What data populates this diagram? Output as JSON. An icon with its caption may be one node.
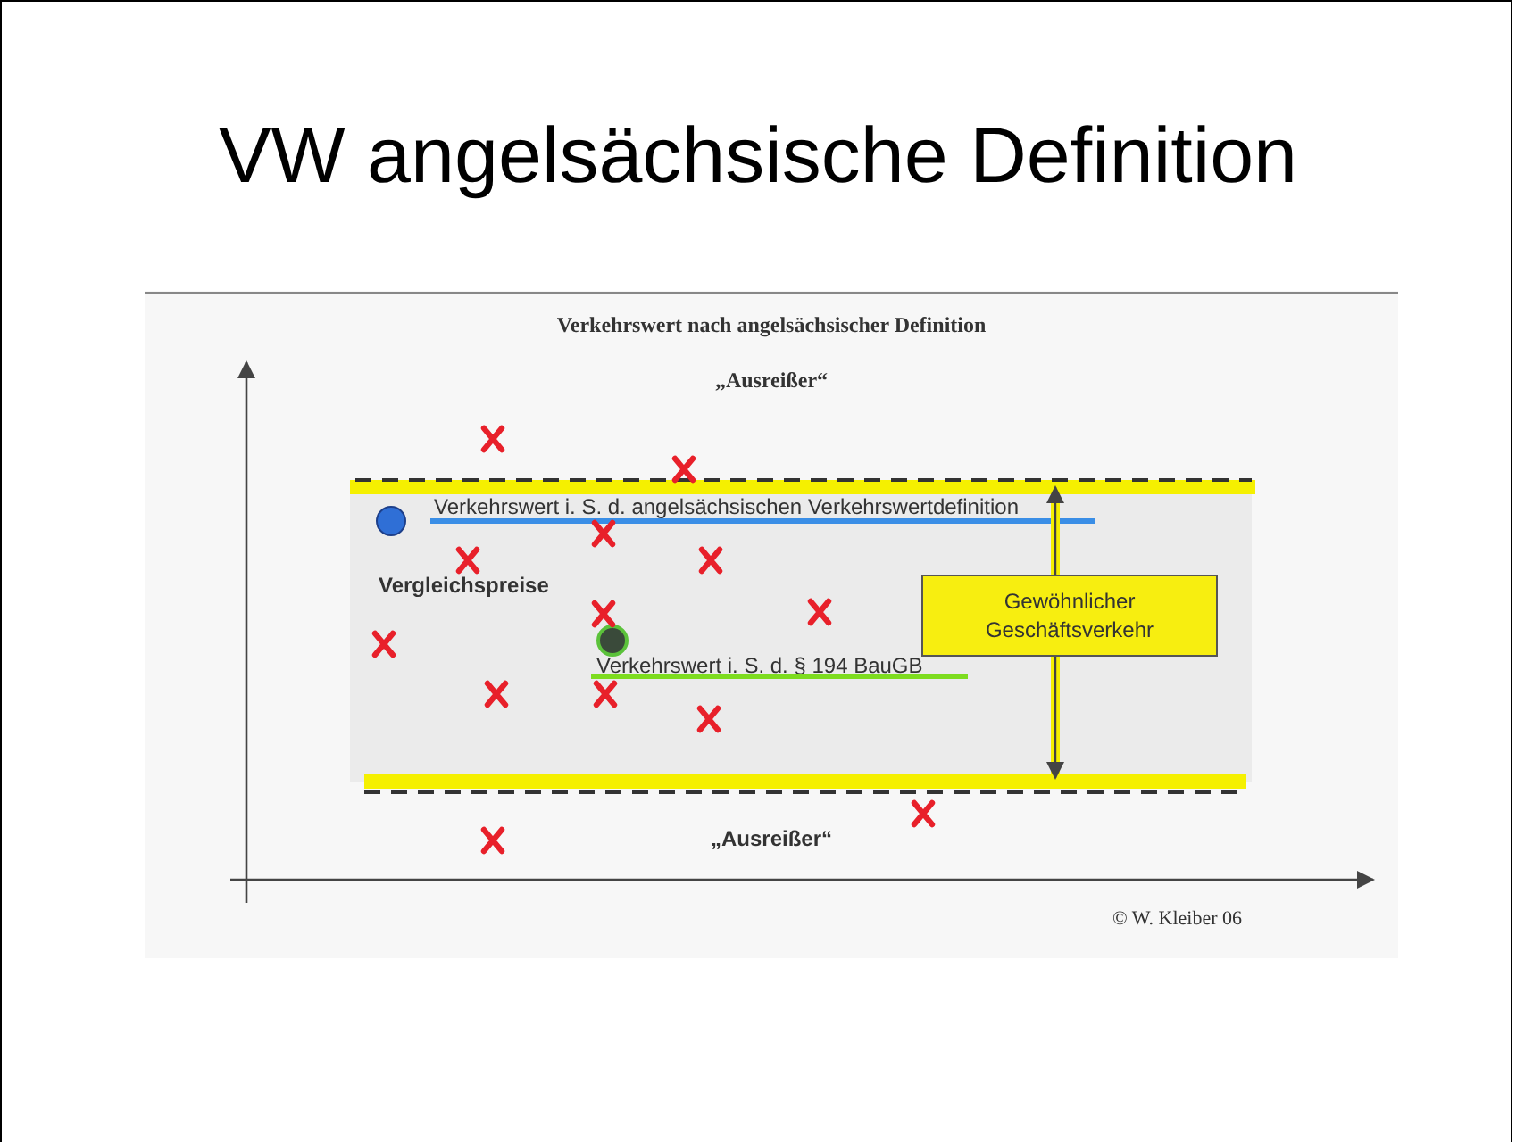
{
  "diagram": {
    "title": "VW angelsächsische Definition",
    "nodes": [
      {
        "text": [
          "Gewöhnlicher Geschäftsverkehr"
        ]
      }
    ],
    "labels": [
      "Verkehrswert nach angelsächsischer Definition",
      "„Ausreißer“",
      "Verkehrswert i. S. d. angelsächsischen Verkehrswertdefinition",
      "Vergleichspreise",
      "Verkehrswert i. S. d. § 194 BauGB",
      "„Ausreißer“",
      "© W. Kleiber 06"
    ]
  }
}
